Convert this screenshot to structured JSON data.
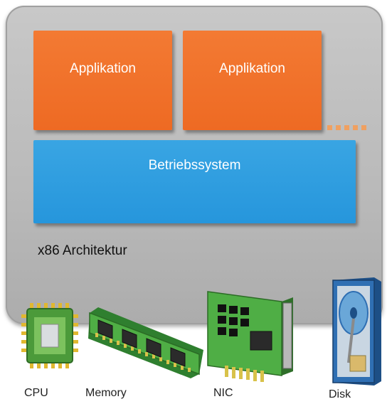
{
  "applications": [
    {
      "label": "Applikation"
    },
    {
      "label": "Applikation"
    }
  ],
  "os": {
    "label": "Betriebssystem"
  },
  "architecture": {
    "label": "x86 Architektur"
  },
  "hardware": [
    {
      "label": "CPU",
      "icon": "cpu-chip-icon"
    },
    {
      "label": "Memory",
      "icon": "memory-module-icon"
    },
    {
      "label": "NIC",
      "icon": "network-card-icon"
    },
    {
      "label": "Disk",
      "icon": "hard-disk-icon"
    }
  ],
  "colors": {
    "application": "#ef6c25",
    "os": "#2d9be0",
    "platform": "#bcbcbc",
    "board": "#3a9a3a"
  }
}
